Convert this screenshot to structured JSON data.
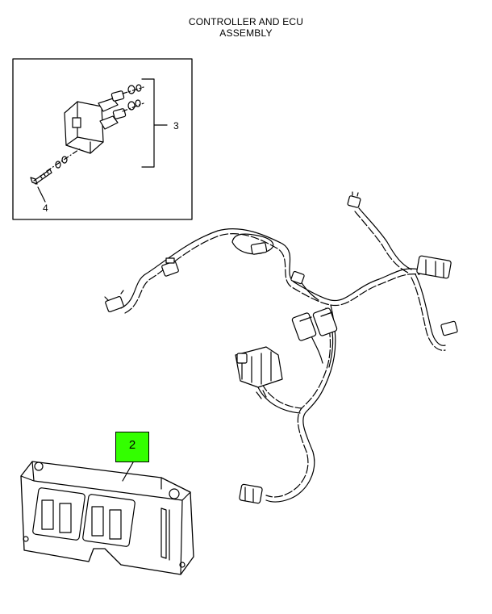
{
  "title": {
    "line1": "CONTROLLER AND ECU",
    "line2": "ASSEMBLY"
  },
  "callouts": [
    {
      "id": "2",
      "highlighted": true
    },
    {
      "id": "3",
      "highlighted": false
    },
    {
      "id": "4",
      "highlighted": false
    }
  ],
  "colors": {
    "highlight": "#33ff00",
    "line": "#000000",
    "background": "#ffffff"
  }
}
